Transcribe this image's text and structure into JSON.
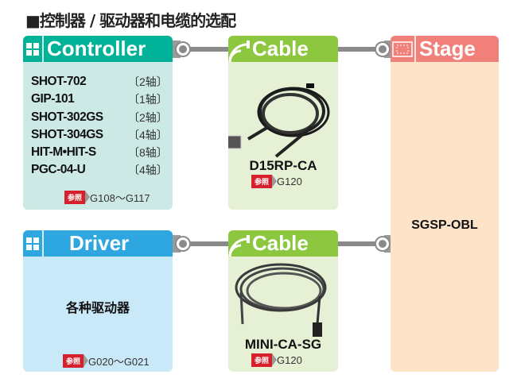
{
  "title": "■控制器 / 驱动器和电缆的选配",
  "controller": {
    "label": "Controller",
    "items": [
      {
        "model": "SHOT-702",
        "axes": "〔2轴〕"
      },
      {
        "model": "GIP-101",
        "axes": "〔1轴〕"
      },
      {
        "model": "SHOT-302GS",
        "axes": "〔2轴〕"
      },
      {
        "model": "SHOT-304GS",
        "axes": "〔4轴〕"
      },
      {
        "model": "HIT-M•HIT-S",
        "axes": "〔8轴〕"
      },
      {
        "model": "PGC-04-U",
        "axes": "〔4轴〕"
      }
    ],
    "ref_tag": "参照",
    "ref": "G108〜G117"
  },
  "cable1": {
    "label": "Cable",
    "name": "D15RP-CA",
    "ref_tag": "参照",
    "ref": "G120"
  },
  "stage": {
    "label": "Stage",
    "name": "SGSP-OBL"
  },
  "driver": {
    "label": "Driver",
    "text": "各种驱动器",
    "ref_tag": "参照",
    "ref": "G020〜G021"
  },
  "cable2": {
    "label": "Cable",
    "name": "MINI-CA-SG",
    "ref_tag": "参照",
    "ref": "G120"
  },
  "colors": {
    "controller": "#00b398",
    "controller_bg": "#cce9e6",
    "cable": "#8dc63f",
    "cable_bg": "#e6f0d5",
    "stage": "#f08079",
    "stage_bg": "#fde3c8",
    "driver": "#2ea7e0",
    "driver_bg": "#c9e9f8"
  }
}
